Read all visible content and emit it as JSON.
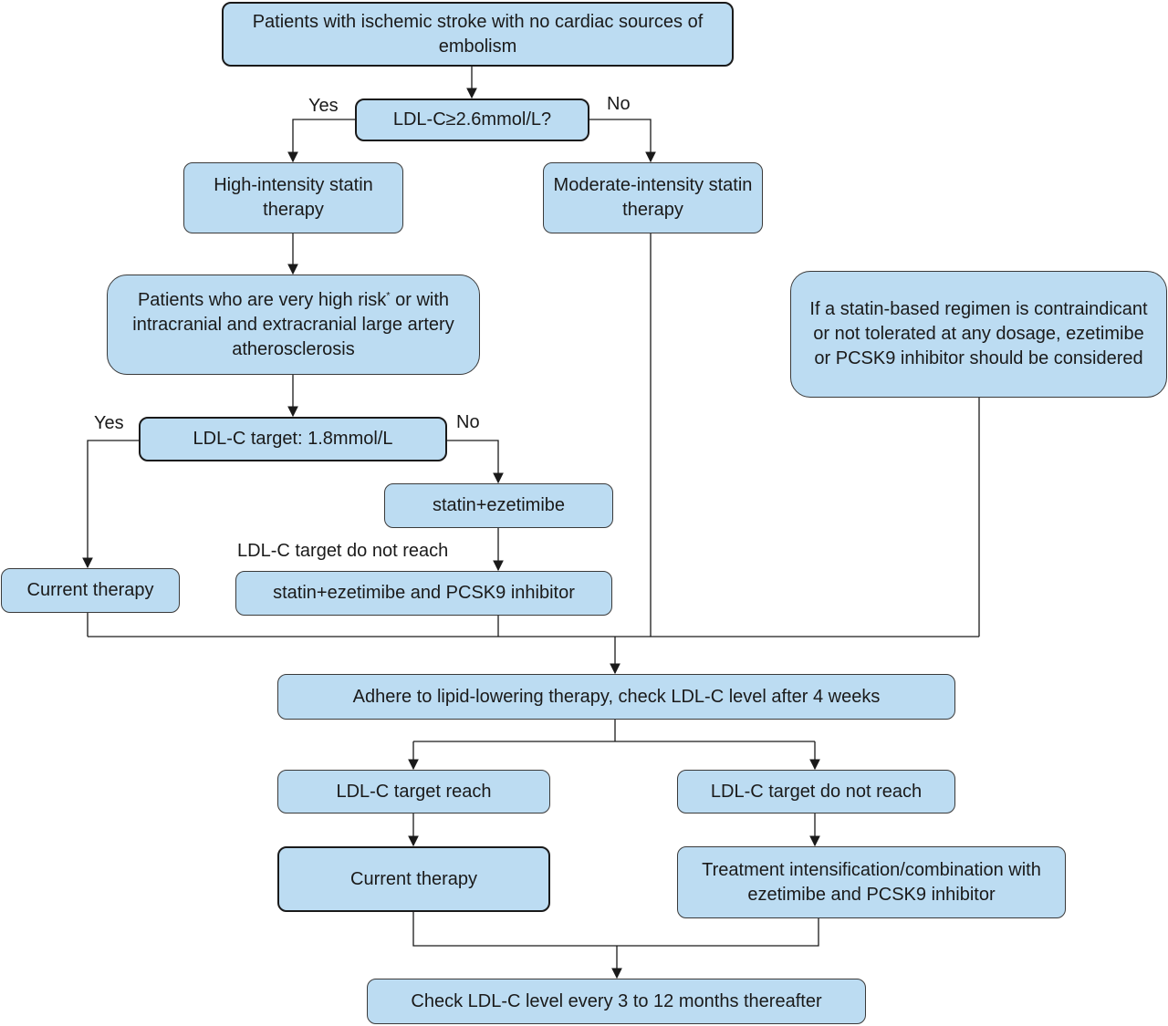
{
  "nodes": {
    "start": "Patients with ischemic stroke with no cardiac sources of embolism",
    "ldl_question": "LDL-C≥2.6mmol/L?",
    "high_intensity": "High-intensity statin therapy",
    "moderate_intensity": "Moderate-intensity statin therapy",
    "very_high_risk_pre": "Patients who are very high risk",
    "very_high_risk_sup": "*",
    "very_high_risk_post": " or with intracranial and extracranial large  artery atherosclerosis",
    "intolerance_note": "If a statin-based regimen is contraindicant or not tolerated at any dosage, ezetimibe or PCSK9 inhibitor should be considered",
    "ldl_target": "LDL-C target: 1.8mmol/L",
    "statin_ezetimibe": "statin+ezetimibe",
    "current_therapy_left": "Current therapy",
    "statin_ezetimibe_pcsk9": "statin+ezetimibe and PCSK9 inhibitor",
    "adhere": "Adhere to lipid-lowering therapy, check LDL-C level after 4 weeks",
    "target_reach": "LDL-C target reach",
    "target_not_reach": "LDL-C target do not reach",
    "current_therapy_bottom": "Current therapy",
    "intensification": "Treatment intensification/combination with ezetimibe and PCSK9 inhibitor",
    "check_level": "Check LDL-C level every 3 to 12 months thereafter"
  },
  "edge_labels": {
    "q1_yes": "Yes",
    "q1_no": "No",
    "q2_yes": "Yes",
    "q2_no": "No",
    "not_reach_label": "LDL-C target do not reach"
  },
  "colors": {
    "box_fill": "#bcdcf2",
    "box_border": "#3a3a3a",
    "line": "#1a1a1a"
  }
}
